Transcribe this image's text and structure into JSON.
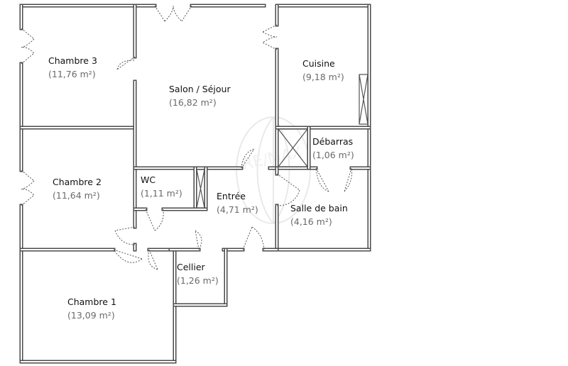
{
  "watermark": {
    "logo_text": "RE/MAX"
  },
  "rooms": [
    {
      "name": "Chambre 3",
      "area": "(11,76 m²)"
    },
    {
      "name": "Salon / Séjour",
      "area": "(16,82 m²)"
    },
    {
      "name": "Cuisine",
      "area": "(9,18 m²)"
    },
    {
      "name": "Débarras",
      "area": "(1,06 m²)"
    },
    {
      "name": "Chambre 2",
      "area": "(11,64 m²)"
    },
    {
      "name": "WC",
      "area": "(1,11 m²)"
    },
    {
      "name": "Entrée",
      "area": "(4,71 m²)"
    },
    {
      "name": "Salle de bain",
      "area": "(4,16 m²)"
    },
    {
      "name": "Cellier",
      "area": "(1,26 m²)"
    },
    {
      "name": "Chambre 1",
      "area": "(13,09 m²)"
    }
  ],
  "colors": {
    "wall": "#4a4a4a",
    "name_text": "#111111",
    "area_text": "#6a6a6a"
  }
}
